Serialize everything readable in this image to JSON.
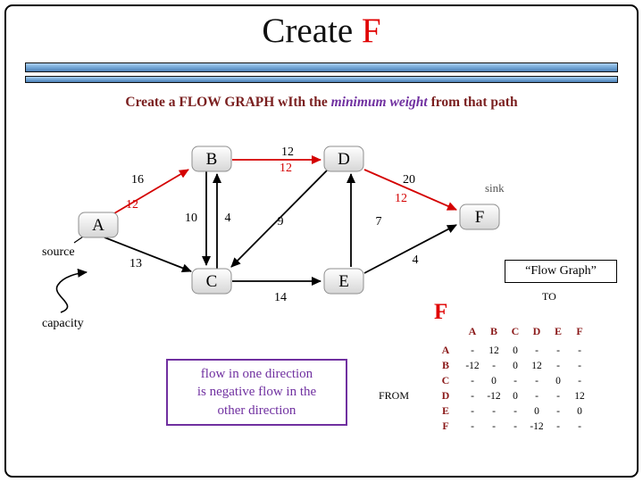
{
  "colors": {
    "accent_red": "#d40000",
    "title_red": "#e00000",
    "heading_maroon": "#7a1f1f",
    "table_header_red": "#8b1a1a",
    "purple": "#7030a0",
    "bar_blue": "#6fa3d4"
  },
  "title": {
    "prefix": "Create ",
    "highlight": "F"
  },
  "subtitle": {
    "part1": "Create a FLOW GRAPH wIth the ",
    "part2": "minimum weight",
    "part3": " from that path"
  },
  "graph": {
    "nodes": {
      "A": "A",
      "B": "B",
      "C": "C",
      "D": "D",
      "E": "E",
      "F": "F"
    },
    "labels": {
      "ab_cap": "16",
      "ab_flow": "12",
      "bd_cap": "12",
      "bd_flow": "12",
      "df_cap": "20",
      "df_flow": "12",
      "ac_cap": "13",
      "bc_cap": "10",
      "cb_cap": "4",
      "dc_cap": "9",
      "ed_cap": "7",
      "ce_cap": "14",
      "ef_cap": "4"
    }
  },
  "annotations": {
    "source": "source",
    "sink": "sink",
    "capacity": "capacity",
    "flow_graph": "“Flow Graph”"
  },
  "note": {
    "line1": "flow in one direction",
    "line2": "is negative flow in the",
    "line3": "other direction"
  },
  "table": {
    "title": "F",
    "to_label": "TO",
    "from_label": "FROM",
    "columns": [
      "A",
      "B",
      "C",
      "D",
      "E",
      "F"
    ],
    "rows": [
      {
        "header": "A",
        "cells": [
          "-",
          "12",
          "0",
          "-",
          "-",
          "-"
        ]
      },
      {
        "header": "B",
        "cells": [
          "-12",
          "-",
          "0",
          "12",
          "-",
          "-"
        ]
      },
      {
        "header": "C",
        "cells": [
          "-",
          "0",
          "-",
          "-",
          "0",
          "-"
        ]
      },
      {
        "header": "D",
        "cells": [
          "-",
          "-12",
          "0",
          "-",
          "-",
          "12"
        ]
      },
      {
        "header": "E",
        "cells": [
          "-",
          "-",
          "-",
          "0",
          "-",
          "0"
        ]
      },
      {
        "header": "F",
        "cells": [
          "-",
          "-",
          "-",
          "-12",
          "-",
          "-"
        ]
      }
    ]
  }
}
